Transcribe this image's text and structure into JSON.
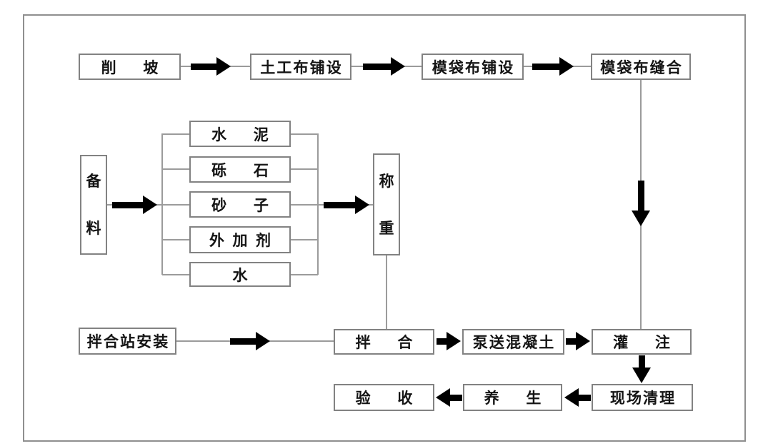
{
  "diagram": {
    "title": "",
    "colors": {
      "box_border": "#828282",
      "connector_line": "#9b9b9b",
      "arrow": "#000000",
      "background": "#ffffff"
    },
    "nodes": {
      "xiaopo": {
        "label": "削坡"
      },
      "tugongbu_pushe": {
        "label": "土工布铺设"
      },
      "modaibu_pushe": {
        "label": "模袋布铺设"
      },
      "modaibu_fenghe": {
        "label": "模袋布缝合"
      },
      "beiliao": {
        "label": "备料"
      },
      "shuini": {
        "label": "水泥"
      },
      "lishi": {
        "label": "砾石"
      },
      "shazi": {
        "label": "砂子"
      },
      "waijiaji": {
        "label": "外加剂"
      },
      "shui": {
        "label": "水"
      },
      "chengzhong": {
        "label": "称重"
      },
      "banhezhan_anzhuang": {
        "label": "拌合站安装"
      },
      "banhe": {
        "label": "拌合"
      },
      "bengsong_hunningtu": {
        "label": "泵送混凝土"
      },
      "guanzhu": {
        "label": "灌注"
      },
      "xianchang_qingli": {
        "label": "现场清理"
      },
      "yangsheng": {
        "label": "养生"
      },
      "yanshou": {
        "label": "验收"
      }
    },
    "edges": [
      {
        "from": "削坡",
        "to": "土工布铺设"
      },
      {
        "from": "土工布铺设",
        "to": "模袋布铺设"
      },
      {
        "from": "模袋布铺设",
        "to": "模袋布缝合"
      },
      {
        "from": "模袋布缝合",
        "to": "灌注"
      },
      {
        "from": "备料",
        "to": "水泥/砾石/砂子/外加剂/水"
      },
      {
        "from": "水泥/砾石/砂子/外加剂/水",
        "to": "称重"
      },
      {
        "from": "称重",
        "to": "拌合"
      },
      {
        "from": "拌合站安装",
        "to": "拌合"
      },
      {
        "from": "拌合",
        "to": "泵送混凝土"
      },
      {
        "from": "泵送混凝土",
        "to": "灌注"
      },
      {
        "from": "灌注",
        "to": "现场清理"
      },
      {
        "from": "现场清理",
        "to": "养生"
      },
      {
        "from": "养生",
        "to": "验收"
      }
    ]
  }
}
